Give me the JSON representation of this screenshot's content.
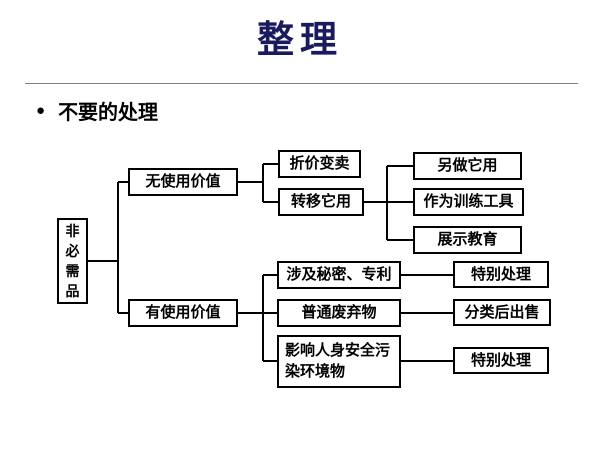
{
  "slide": {
    "title": "整理",
    "bullet_item": "不要的处理"
  },
  "icons": {
    "bullet": "●"
  },
  "colors": {
    "title_text": "#1a1a5e",
    "divider": "#8a7c74",
    "box_border": "#000000",
    "connector": "#000000",
    "background": "#ffffff"
  },
  "diagram": {
    "nodes": {
      "root": "非必需品",
      "no_use_value": "无使用价值",
      "has_use_value": "有使用价值",
      "discount_sale": "折价变卖",
      "transfer_use": "转移它用",
      "other_use": "另做它用",
      "training_tool": "作为训练工具",
      "display_education": "展示教育",
      "secrets_patents": "涉及秘密、专利",
      "ordinary_waste": "普通废弃物",
      "safety_pollution": "影响人身安全污染环境物",
      "special_handling_1": "特别处理",
      "sorted_sale": "分类后出售",
      "special_handling_2": "特别处理"
    },
    "edges": [
      [
        "root",
        "no_use_value"
      ],
      [
        "root",
        "has_use_value"
      ],
      [
        "no_use_value",
        "discount_sale"
      ],
      [
        "no_use_value",
        "transfer_use"
      ],
      [
        "transfer_use",
        "other_use"
      ],
      [
        "transfer_use",
        "training_tool"
      ],
      [
        "transfer_use",
        "display_education"
      ],
      [
        "has_use_value",
        "secrets_patents"
      ],
      [
        "has_use_value",
        "ordinary_waste"
      ],
      [
        "has_use_value",
        "safety_pollution"
      ],
      [
        "secrets_patents",
        "special_handling_1"
      ],
      [
        "ordinary_waste",
        "sorted_sale"
      ],
      [
        "safety_pollution",
        "special_handling_2"
      ]
    ]
  }
}
